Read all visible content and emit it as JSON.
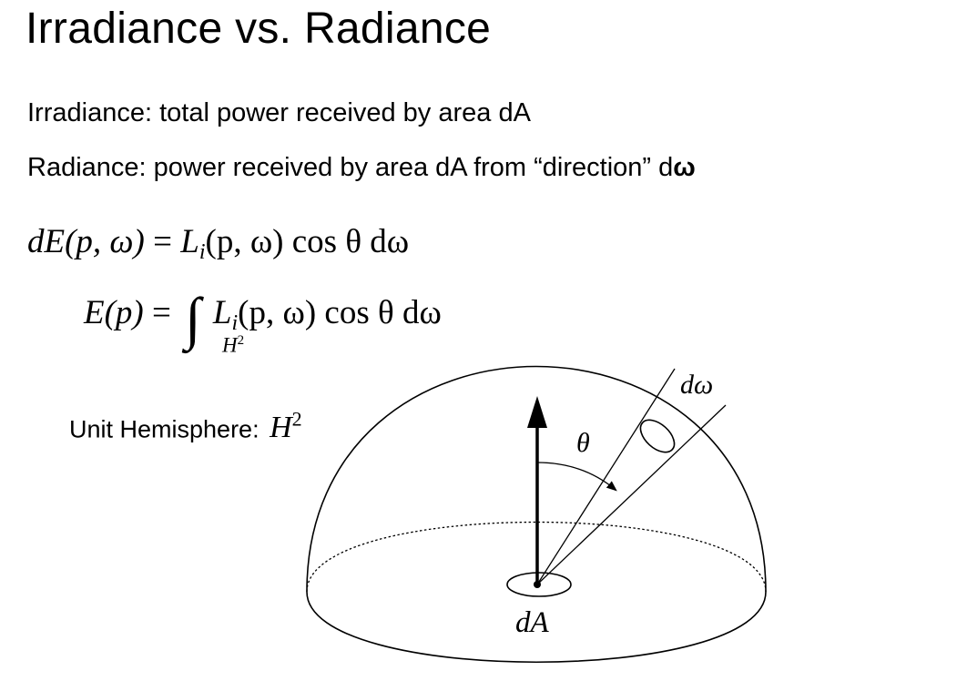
{
  "slide": {
    "title": "Irradiance vs. Radiance",
    "irradiance_line": "Irradiance: total power received by area dA",
    "radiance_line_prefix": "Radiance: power received by area dA from “direction” d",
    "radiance_line_omega": "ω"
  },
  "equations": {
    "eq1": {
      "lhs": "dE(p, ω)",
      "equals": "=",
      "rhs_L": "L",
      "rhs_sub": "i",
      "rhs_rest": "(p, ω) cos θ dω"
    },
    "eq2": {
      "lhs": "E(p)",
      "equals": "=",
      "integral": "∫",
      "integral_domain": "H",
      "integral_domain_exp": "2",
      "rhs_L": "L",
      "rhs_sub": "i",
      "rhs_rest": "(p, ω) cos θ dω"
    }
  },
  "diagram": {
    "hemisphere_label": "Unit Hemisphere:",
    "hemisphere_symbol": "H",
    "hemisphere_symbol_exp": "2",
    "label_theta": "θ",
    "label_domega": "dω",
    "label_dA": "dA"
  }
}
